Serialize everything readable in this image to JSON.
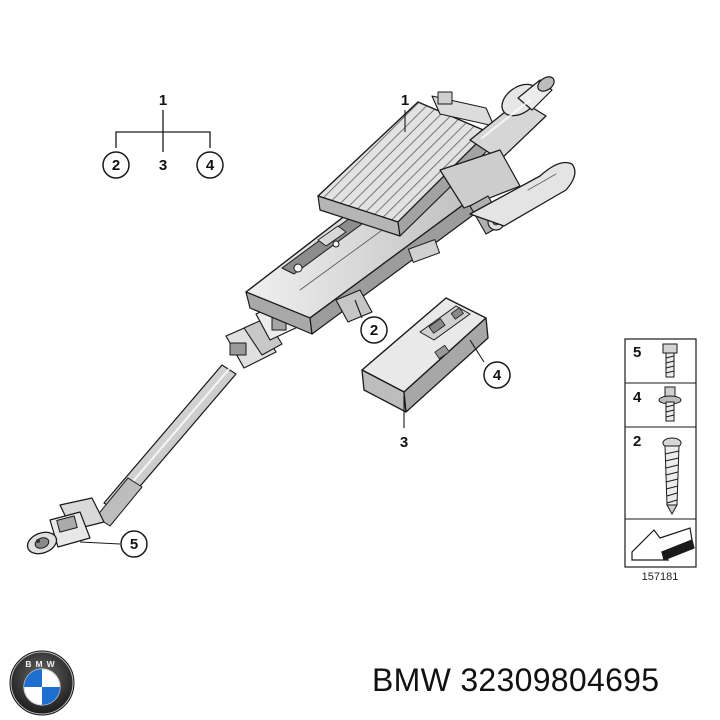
{
  "tree": {
    "root": "1",
    "children": [
      "2",
      "3",
      "4"
    ]
  },
  "callouts": {
    "column": "1",
    "bracket": "2",
    "module": "3",
    "module_side": "4",
    "joint": "5"
  },
  "legend": {
    "rows": [
      {
        "num": "5",
        "part": "hex-bolt"
      },
      {
        "num": "4",
        "part": "collar-bolt"
      },
      {
        "num": "2",
        "part": "torx-screw"
      }
    ],
    "code": "157181"
  },
  "footer": {
    "brand": "BMW",
    "part_number": "32309804695"
  },
  "colors": {
    "line": "#1a1a1a",
    "metal_light": "#e6e6e6",
    "metal_mid": "#c4c4c4",
    "metal_dark": "#8a8a8a"
  }
}
